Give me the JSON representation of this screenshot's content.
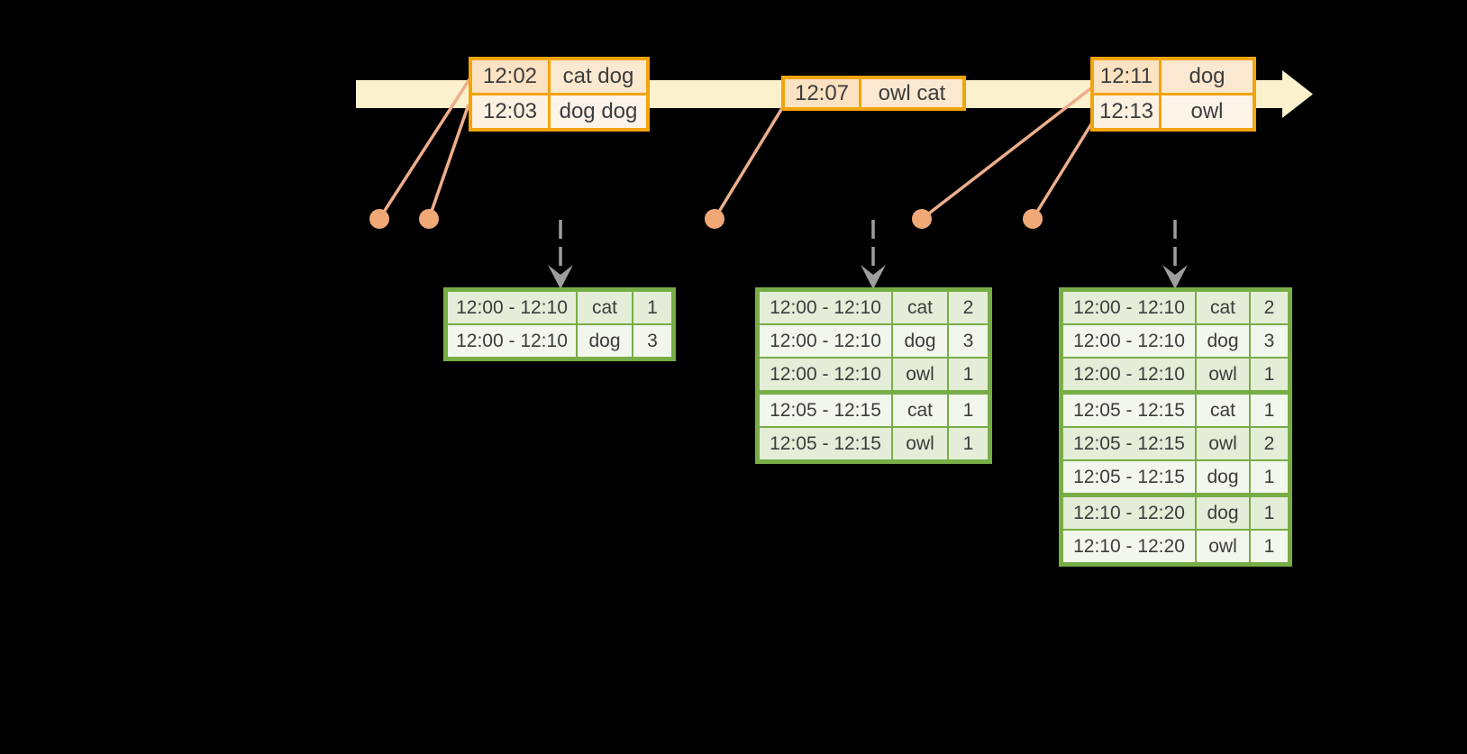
{
  "diagram": {
    "description_name": "windowed-stream-aggregation-diagram",
    "timeline": {
      "event_batches": [
        {
          "rows": [
            {
              "time": "12:02",
              "words": "cat dog"
            },
            {
              "time": "12:03",
              "words": "dog dog"
            }
          ]
        },
        {
          "rows": [
            {
              "time": "12:07",
              "words": "owl cat"
            }
          ]
        },
        {
          "rows": [
            {
              "time": "12:11",
              "words": "dog"
            },
            {
              "time": "12:13",
              "words": "owl"
            }
          ]
        }
      ]
    },
    "result_tables": [
      {
        "rows": [
          {
            "window": "12:00 - 12:10",
            "word": "cat",
            "count": "1"
          },
          {
            "window": "12:00 - 12:10",
            "word": "dog",
            "count": "3"
          }
        ]
      },
      {
        "rows": [
          {
            "window": "12:00 - 12:10",
            "word": "cat",
            "count": "2"
          },
          {
            "window": "12:00 - 12:10",
            "word": "dog",
            "count": "3"
          },
          {
            "window": "12:00 - 12:10",
            "word": "owl",
            "count": "1"
          },
          {
            "window": "12:05 - 12:15",
            "word": "cat",
            "count": "1"
          },
          {
            "window": "12:05 - 12:15",
            "word": "owl",
            "count": "1"
          }
        ]
      },
      {
        "rows": [
          {
            "window": "12:00 - 12:10",
            "word": "cat",
            "count": "2"
          },
          {
            "window": "12:00 - 12:10",
            "word": "dog",
            "count": "3"
          },
          {
            "window": "12:00 - 12:10",
            "word": "owl",
            "count": "1"
          },
          {
            "window": "12:05 - 12:15",
            "word": "cat",
            "count": "1"
          },
          {
            "window": "12:05 - 12:15",
            "word": "owl",
            "count": "2"
          },
          {
            "window": "12:05 - 12:15",
            "word": "dog",
            "count": "1"
          },
          {
            "window": "12:10 - 12:20",
            "word": "dog",
            "count": "1"
          },
          {
            "window": "12:10 - 12:20",
            "word": "owl",
            "count": "1"
          }
        ]
      }
    ],
    "colors": {
      "background": "#000000",
      "timeline_band": "#FCF1CD",
      "event_border": "#F2A40B",
      "event_cell_dark_col1": "#FAE2C2",
      "event_cell_dark_col2": "#FBE8D0",
      "event_cell_light_col1": "#FDF1E1",
      "event_cell_light_col2": "#FDF4E9",
      "result_border": "#77AD46",
      "result_cell_green": "#E3EDD8",
      "result_cell_light": "#F2F7ED",
      "connector_line": "#EDAE8A",
      "event_dot": "#F1A877",
      "trigger_arrow": "#9E9E9E",
      "text": "#3C3C3C"
    }
  }
}
